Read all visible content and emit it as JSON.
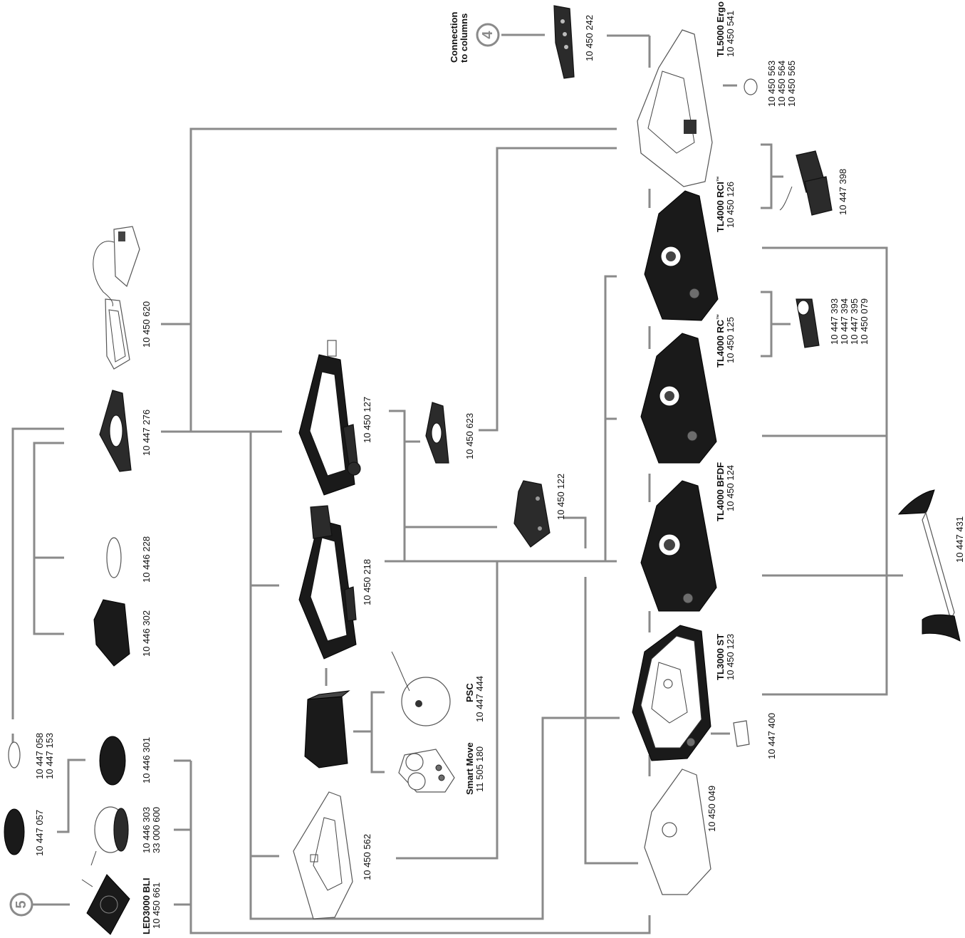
{
  "colors": {
    "connector": "#8a8a8a",
    "part_dark": "#2b2b2b",
    "part_light": "#ffffff",
    "text": "#111111"
  },
  "callouts": {
    "circle_4": "4",
    "circle_5": "5",
    "connection_to_columns_line1": "Connection",
    "connection_to_columns_line2": "to columns"
  },
  "parts": {
    "tl5000_ergo": {
      "name": "TL5000 Ergo",
      "code": "10 450 541"
    },
    "p_10450242": {
      "code": "10 450 242"
    },
    "filters_10450563": {
      "codes": [
        "10 450 563",
        "10 450 564",
        "10 450 565"
      ]
    },
    "foot_switch": {
      "code": "10 447 398"
    },
    "tl4000_rci": {
      "name": "TL4000 RCI",
      "mark": "™",
      "code": "10 450 126"
    },
    "tl4000_rc": {
      "name": "TL4000 RC",
      "mark": "™",
      "code": "10 450 125"
    },
    "insert_plates": {
      "codes": [
        "10 447 393",
        "10 447 394",
        "10 447 395",
        "10 450 079"
      ]
    },
    "tl4000_bfdf": {
      "name": "TL4000 BFDF",
      "code": "10 450 124"
    },
    "tl3000_st": {
      "name": "TL3000 ST",
      "code": "10 450 123"
    },
    "p_10447400": {
      "code": "10 447 400"
    },
    "p_10450049": {
      "code": "10 450 049"
    },
    "armrest": {
      "code": "10 447 431"
    },
    "p_10450623": {
      "code": "10 450 623"
    },
    "p_10450122": {
      "code": "10 450 122"
    },
    "p_10450127": {
      "code": "10 450 127"
    },
    "p_10450218": {
      "code": "10 450 218"
    },
    "psc": {
      "name": "PSC",
      "code": "10 447 444"
    },
    "smart_move": {
      "name": "Smart Move",
      "code": "11 505 180"
    },
    "p_10450562": {
      "code": "10 450 562"
    },
    "p_10450620": {
      "code": "10 450 620"
    },
    "p_10447276": {
      "code": "10 447 276"
    },
    "p_10446228": {
      "code": "10 446 228"
    },
    "p_10446302": {
      "code": "10 446 302"
    },
    "p_10446301": {
      "code": "10 446 301"
    },
    "p_10446303": {
      "codes": [
        "10 446 303",
        "33 000 600"
      ]
    },
    "p_10447058": {
      "codes": [
        "10 447 058",
        "10 447 153"
      ]
    },
    "p_10447057": {
      "code": "10 447 057"
    },
    "led3000_bli": {
      "name": "LED3000 BLI",
      "code": "10 450 661"
    }
  }
}
